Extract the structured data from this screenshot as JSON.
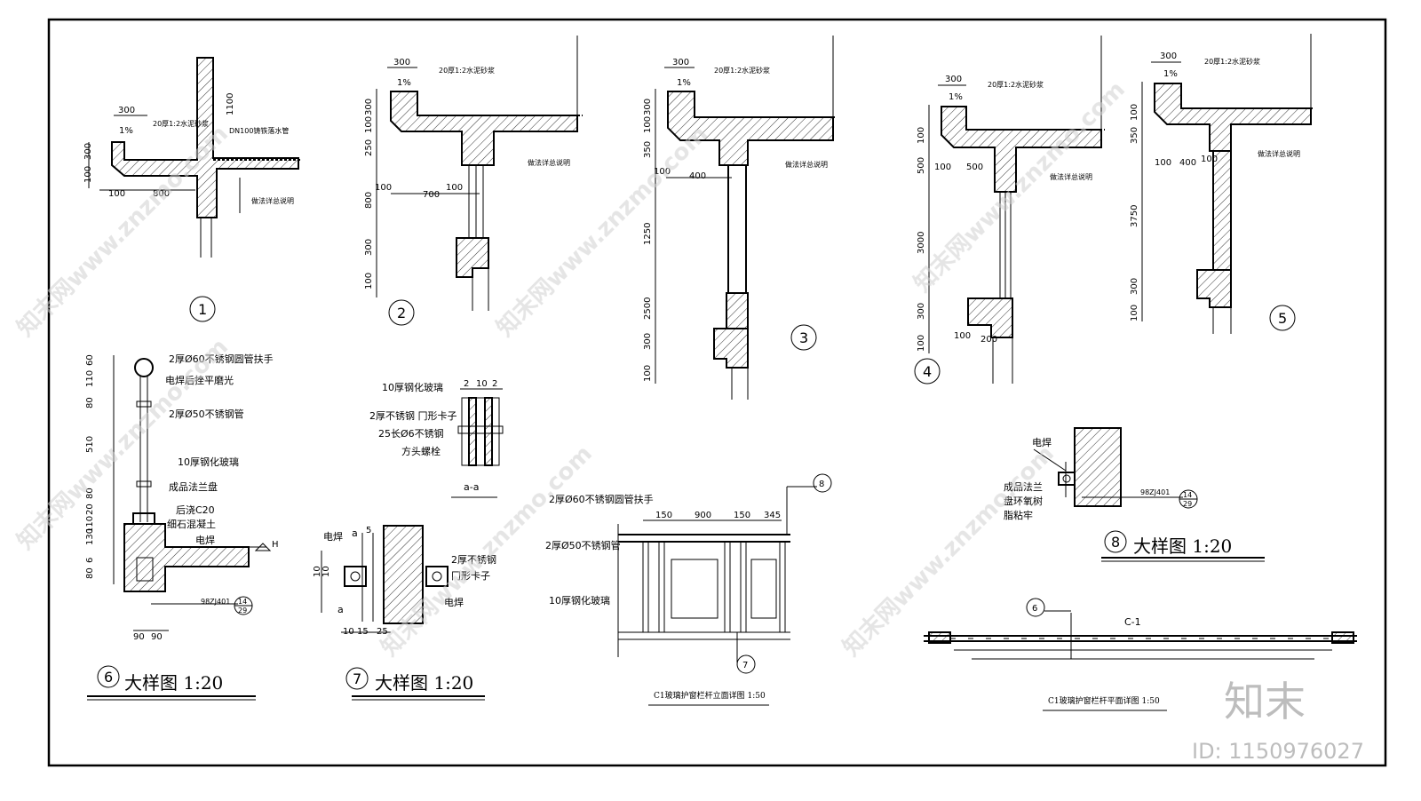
{
  "details": {
    "d1": {
      "number": "1",
      "dims": [
        "300",
        "1%",
        "300",
        "100",
        "100",
        "800",
        "1100"
      ],
      "notes": [
        "20厚1:2水泥砂浆",
        "DN100铸铁落水管",
        "做法详总说明"
      ]
    },
    "d2": {
      "number": "2",
      "dims": [
        "300",
        "1%",
        "300",
        "100",
        "250",
        "800",
        "300",
        "100",
        "700",
        "100"
      ],
      "notes": [
        "20厚1:2水泥砂浆",
        "做法详总说明"
      ]
    },
    "d3": {
      "number": "3",
      "dims": [
        "300",
        "1%",
        "300",
        "100",
        "350",
        "100",
        "400",
        "1250",
        "2500",
        "300",
        "100"
      ],
      "notes": [
        "20厚1:2水泥砂浆",
        "做法详总说明"
      ]
    },
    "d4": {
      "number": "4",
      "dims": [
        "300",
        "1%",
        "100",
        "500",
        "100",
        "500",
        "3000",
        "300",
        "100",
        "100",
        "200"
      ],
      "notes": [
        "20厚1:2水泥砂浆",
        "做法详总说明"
      ]
    },
    "d5": {
      "number": "5",
      "dims": [
        "300",
        "1%",
        "100",
        "350",
        "100",
        "400",
        "100",
        "3750",
        "300",
        "100"
      ],
      "notes": [
        "20厚1:2水泥砂浆",
        "做法详总说明"
      ]
    },
    "d6": {
      "number": "6",
      "title": "大样图   1:20",
      "dims": [
        "60",
        "110",
        "80",
        "510",
        "80",
        "20",
        "110",
        "130",
        "6",
        "80",
        "90",
        "90"
      ],
      "labels": [
        "2厚Ø60不锈钢圆管扶手",
        "电焊后挫平磨光",
        "2厚Ø50不锈钢管",
        "10厚钢化玻璃",
        "成品法兰盘",
        "后浇C20",
        "细石混凝土",
        "电焊",
        "98ZJ401"
      ],
      "ref": [
        "14",
        "29"
      ],
      "level_mark": "H"
    },
    "d7": {
      "number": "7",
      "title": "大样图   1:20",
      "dims": [
        "5",
        "10",
        "10",
        "10",
        "15",
        "25"
      ],
      "labels": [
        "电焊",
        "2厚不锈钢",
        "冂形卡子",
        "电焊"
      ],
      "sec_marks": [
        "a",
        "a"
      ]
    },
    "aa": {
      "title": "a-a",
      "dims": [
        "2",
        "10",
        "2"
      ],
      "labels": [
        "10厚钢化玻璃",
        "2厚不锈钢 冂形卡子",
        "25长Ø6不锈钢",
        "方头螺栓"
      ]
    },
    "c1_elev": {
      "title": "C1玻璃护窗栏杆立面详图   1:50",
      "dims": [
        "150",
        "900",
        "150",
        "345"
      ],
      "labels": [
        "2厚Ø60不锈钢圆管扶手",
        "2厚Ø50不锈钢管",
        "10厚钢化玻璃"
      ],
      "callouts": [
        "8",
        "7"
      ]
    },
    "d8": {
      "number": "8",
      "title": "大样图   1:20",
      "labels": [
        "电焊",
        "成品法兰",
        "盘环氧树",
        "脂粘牢",
        "98ZJ401"
      ],
      "ref": [
        "14",
        "29"
      ]
    },
    "c1_plan": {
      "title": "C1玻璃护窗栏杆平面详图   1:50",
      "label": "C-1",
      "callout": "6"
    }
  },
  "watermark": {
    "brand": "知末",
    "id_text": "ID: 1150976027",
    "repeat": "知末网www.znzmo.com"
  }
}
